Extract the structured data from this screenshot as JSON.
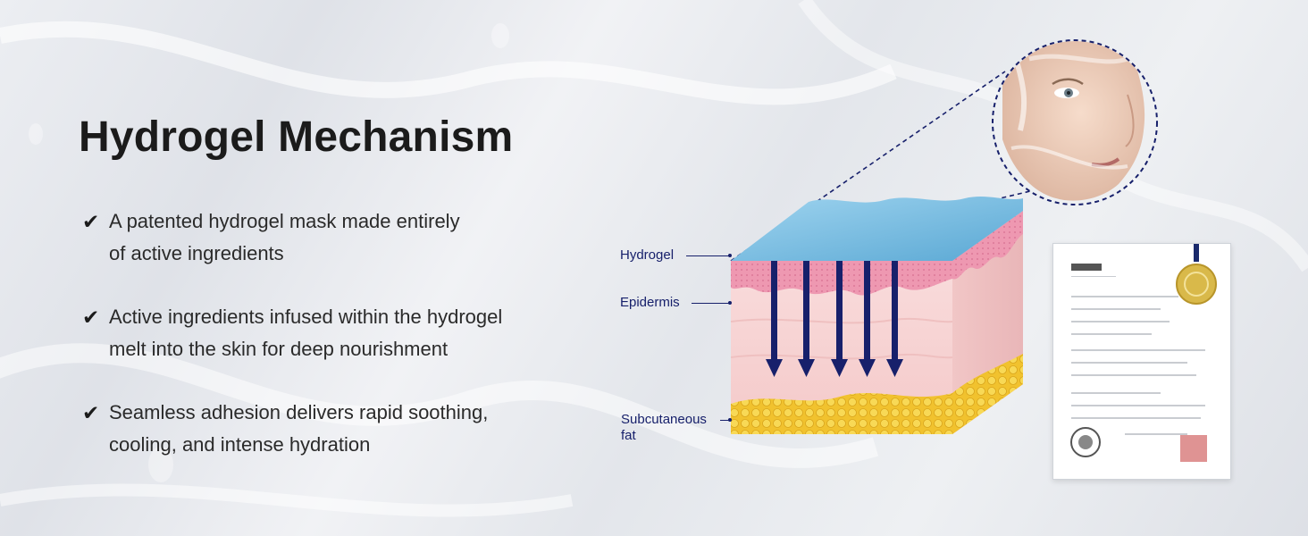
{
  "heading": "Hydrogel Mechanism",
  "benefits": [
    {
      "line1": "A patented hydrogel mask made entirely",
      "line2": "of active ingredients"
    },
    {
      "line1": "Active ingredients infused within the hydrogel",
      "line2": "melt into the skin for deep nourishment"
    },
    {
      "line1": "Seamless adhesion delivers rapid soothing,",
      "line2": "cooling, and intense hydration"
    }
  ],
  "check_icon": "check-icon",
  "diagram": {
    "labels": {
      "hydrogel": "Hydrogel",
      "epidermis": "Epidermis",
      "subcutaneous_line1": "Subcutaneous",
      "subcutaneous_line2": "fat"
    },
    "arrow_count": 5
  },
  "colors": {
    "accent_navy": "#17206b",
    "hydrogel_blue": "#6fb6dc",
    "epidermis_pink": "#ef9cb4",
    "dermis_pink": "#f7d3d3",
    "fat_yellow": "#f3cc3a",
    "heading": "#1b1b1b"
  }
}
